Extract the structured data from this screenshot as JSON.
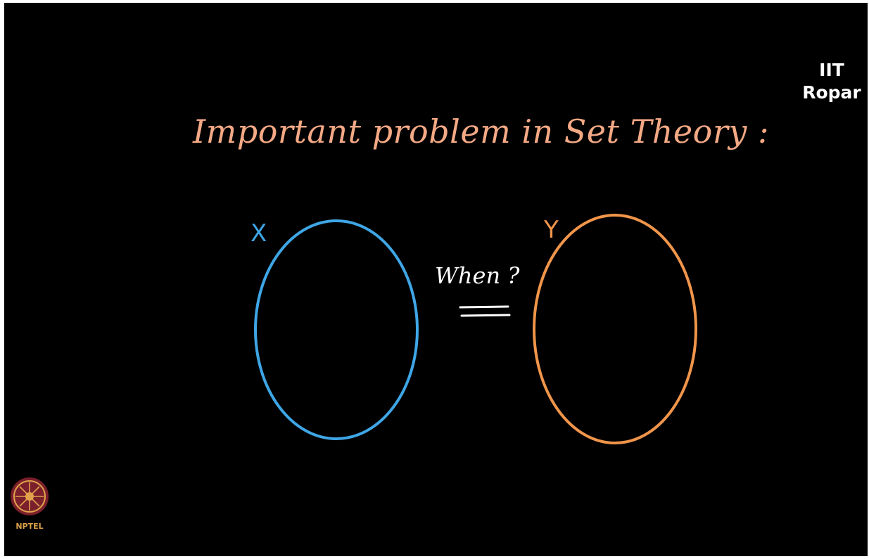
{
  "institution": {
    "line1": "IIT",
    "line2": "Ropar"
  },
  "slide": {
    "heading": "Important problem in Set Theory :",
    "set_left_label": "X",
    "set_right_label": "Y",
    "question": "When ?"
  },
  "branding": {
    "nptel_label": "NPTEL"
  },
  "colors": {
    "background": "#000000",
    "heading": "#f4a985",
    "set_left": "#3fa6e6",
    "set_right": "#f0954a",
    "question": "#ffffff"
  }
}
